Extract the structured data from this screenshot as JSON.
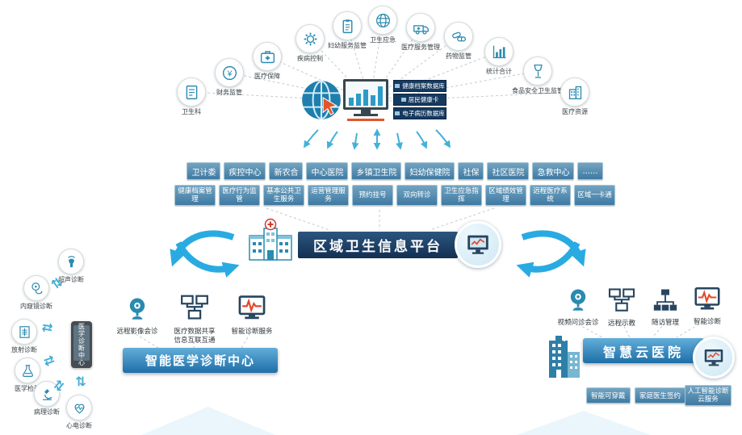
{
  "top_icons": [
    {
      "label": "卫生科",
      "icon": "book-icon"
    },
    {
      "label": "财务监管",
      "icon": "yen-icon"
    },
    {
      "label": "医疗保障",
      "icon": "medkit-icon"
    },
    {
      "label": "疾病控制",
      "icon": "gear-icon"
    },
    {
      "label": "妇幼服务监管",
      "icon": "clipboard-icon"
    },
    {
      "label": "卫生应急",
      "icon": "globe-icon"
    },
    {
      "label": "医疗服务管理",
      "icon": "ambulance-icon"
    },
    {
      "label": "药物监管",
      "icon": "pills-icon"
    },
    {
      "label": "统计合计",
      "icon": "bar-chart-icon"
    },
    {
      "label": "食品安全卫生监管",
      "icon": "wine-glass-icon"
    },
    {
      "label": "医疗资源",
      "icon": "building-icon"
    }
  ],
  "hub": {
    "databases": [
      "健康档案数据库",
      "居民健康卡",
      "电子病历数据库"
    ]
  },
  "org_buttons": [
    "卫计委",
    "疾控中心",
    "新农合",
    "中心医院",
    "乡镇卫生院",
    "妇幼保健院",
    "社保",
    "社区医院",
    "急救中心",
    "......"
  ],
  "service_buttons": [
    "健康档案管理",
    "医疗行为监管",
    "基本公共卫生服务",
    "运营管理服务",
    "预约挂号",
    "双向转诊",
    "卫生应急指挥",
    "区域绩效管理",
    "远程医疗系统",
    "区域一卡通"
  ],
  "platform": {
    "title": "区域卫生信息平台"
  },
  "left_cluster": {
    "title": "智能医学诊断中心",
    "center_label": "医学诊断中心",
    "satellites": [
      "超声诊断",
      "内窥镜诊断",
      "放射诊断",
      "医学检验",
      "病理诊断",
      "心电诊断"
    ],
    "services": [
      "远程影像会诊",
      "医疗数据共享信息互联互通",
      "智能诊断服务"
    ]
  },
  "right_cluster": {
    "title": "智慧云医院",
    "services": [
      "视频问诊会诊",
      "远程示教",
      "随访管理",
      "智能诊断"
    ],
    "buttons": [
      "智能可穿戴",
      "家庭医生签约",
      "人工智能诊断云服务"
    ]
  },
  "colors": {
    "accent": "#29abe2",
    "button": "#3e7aa3",
    "navy": "#16395f",
    "alert": "#e2552b"
  }
}
